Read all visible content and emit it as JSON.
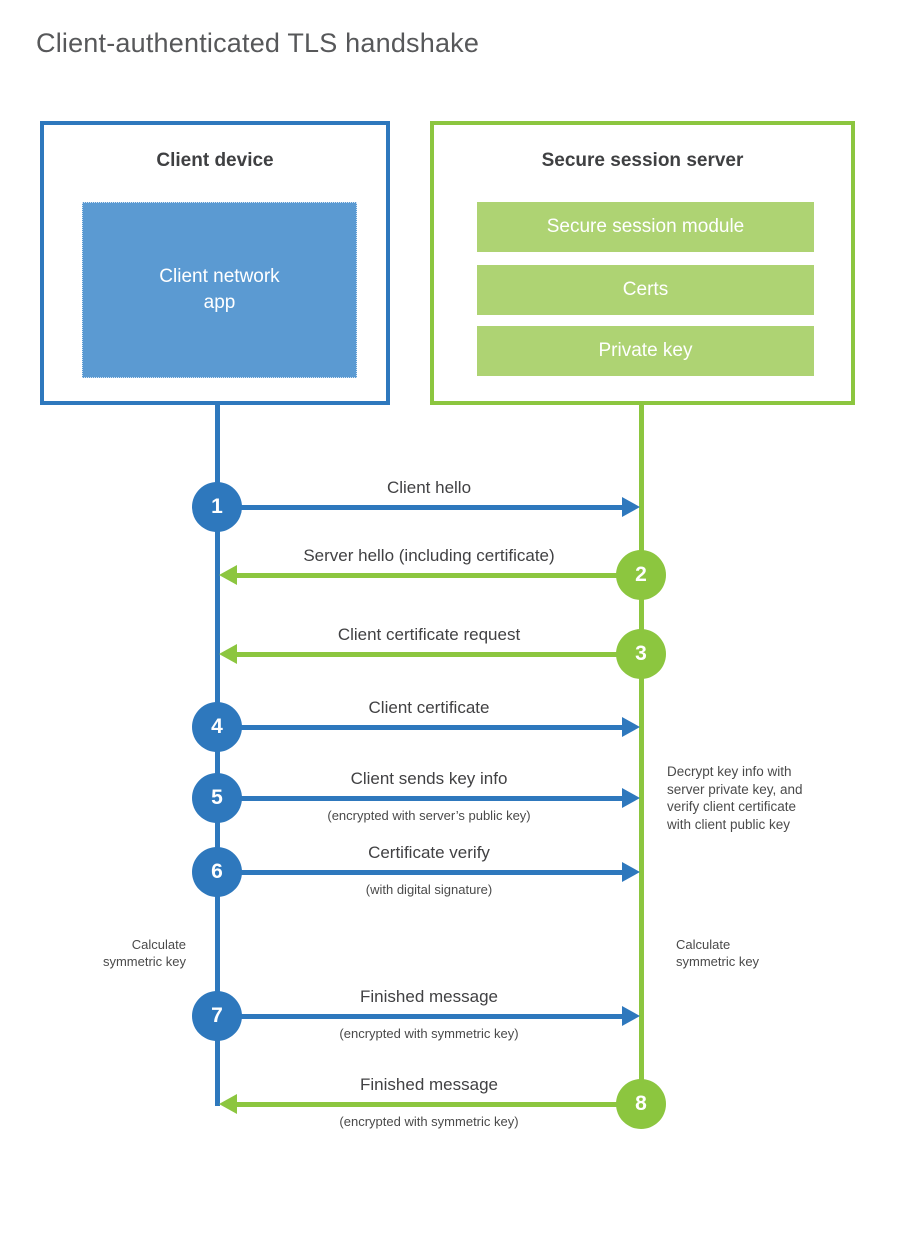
{
  "title": "Client-authenticated TLS handshake",
  "colors": {
    "blue": "#2e78bd",
    "blue-fill": "#5b9ad2",
    "green": "#8cc63f",
    "green-fill": "#aed373",
    "text": "#414143"
  },
  "client": {
    "title": "Client device",
    "app_label": "Client network\napp"
  },
  "server": {
    "title": "Secure session server",
    "modules": [
      "Secure session module",
      "Certs",
      "Private key"
    ]
  },
  "messages": [
    {
      "step": "1",
      "label": "Client hello",
      "sublabel": "",
      "direction": "client-to-server",
      "color": "blue"
    },
    {
      "step": "2",
      "label": "Server hello (including certificate)",
      "sublabel": "",
      "direction": "server-to-client",
      "color": "green"
    },
    {
      "step": "3",
      "label": "Client certificate request",
      "sublabel": "",
      "direction": "server-to-client",
      "color": "green"
    },
    {
      "step": "4",
      "label": "Client certificate",
      "sublabel": "",
      "direction": "client-to-server",
      "color": "blue"
    },
    {
      "step": "5",
      "label": "Client sends key info",
      "sublabel": "(encrypted with server’s public key)",
      "direction": "client-to-server",
      "color": "blue"
    },
    {
      "step": "6",
      "label": "Certificate verify",
      "sublabel": "(with digital signature)",
      "direction": "client-to-server",
      "color": "blue"
    },
    {
      "step": "7",
      "label": "Finished message",
      "sublabel": "(encrypted with symmetric key)",
      "direction": "client-to-server",
      "color": "blue"
    },
    {
      "step": "8",
      "label": "Finished message",
      "sublabel": "(encrypted with symmetric key)",
      "direction": "server-to-client",
      "color": "green"
    }
  ],
  "annotations": {
    "decrypt": "Decrypt key info with\nserver private key, and\nverify client certificate\nwith client public key",
    "calc_client": "Calculate\nsymmetric key",
    "calc_server": "Calculate\nsymmetric key"
  }
}
